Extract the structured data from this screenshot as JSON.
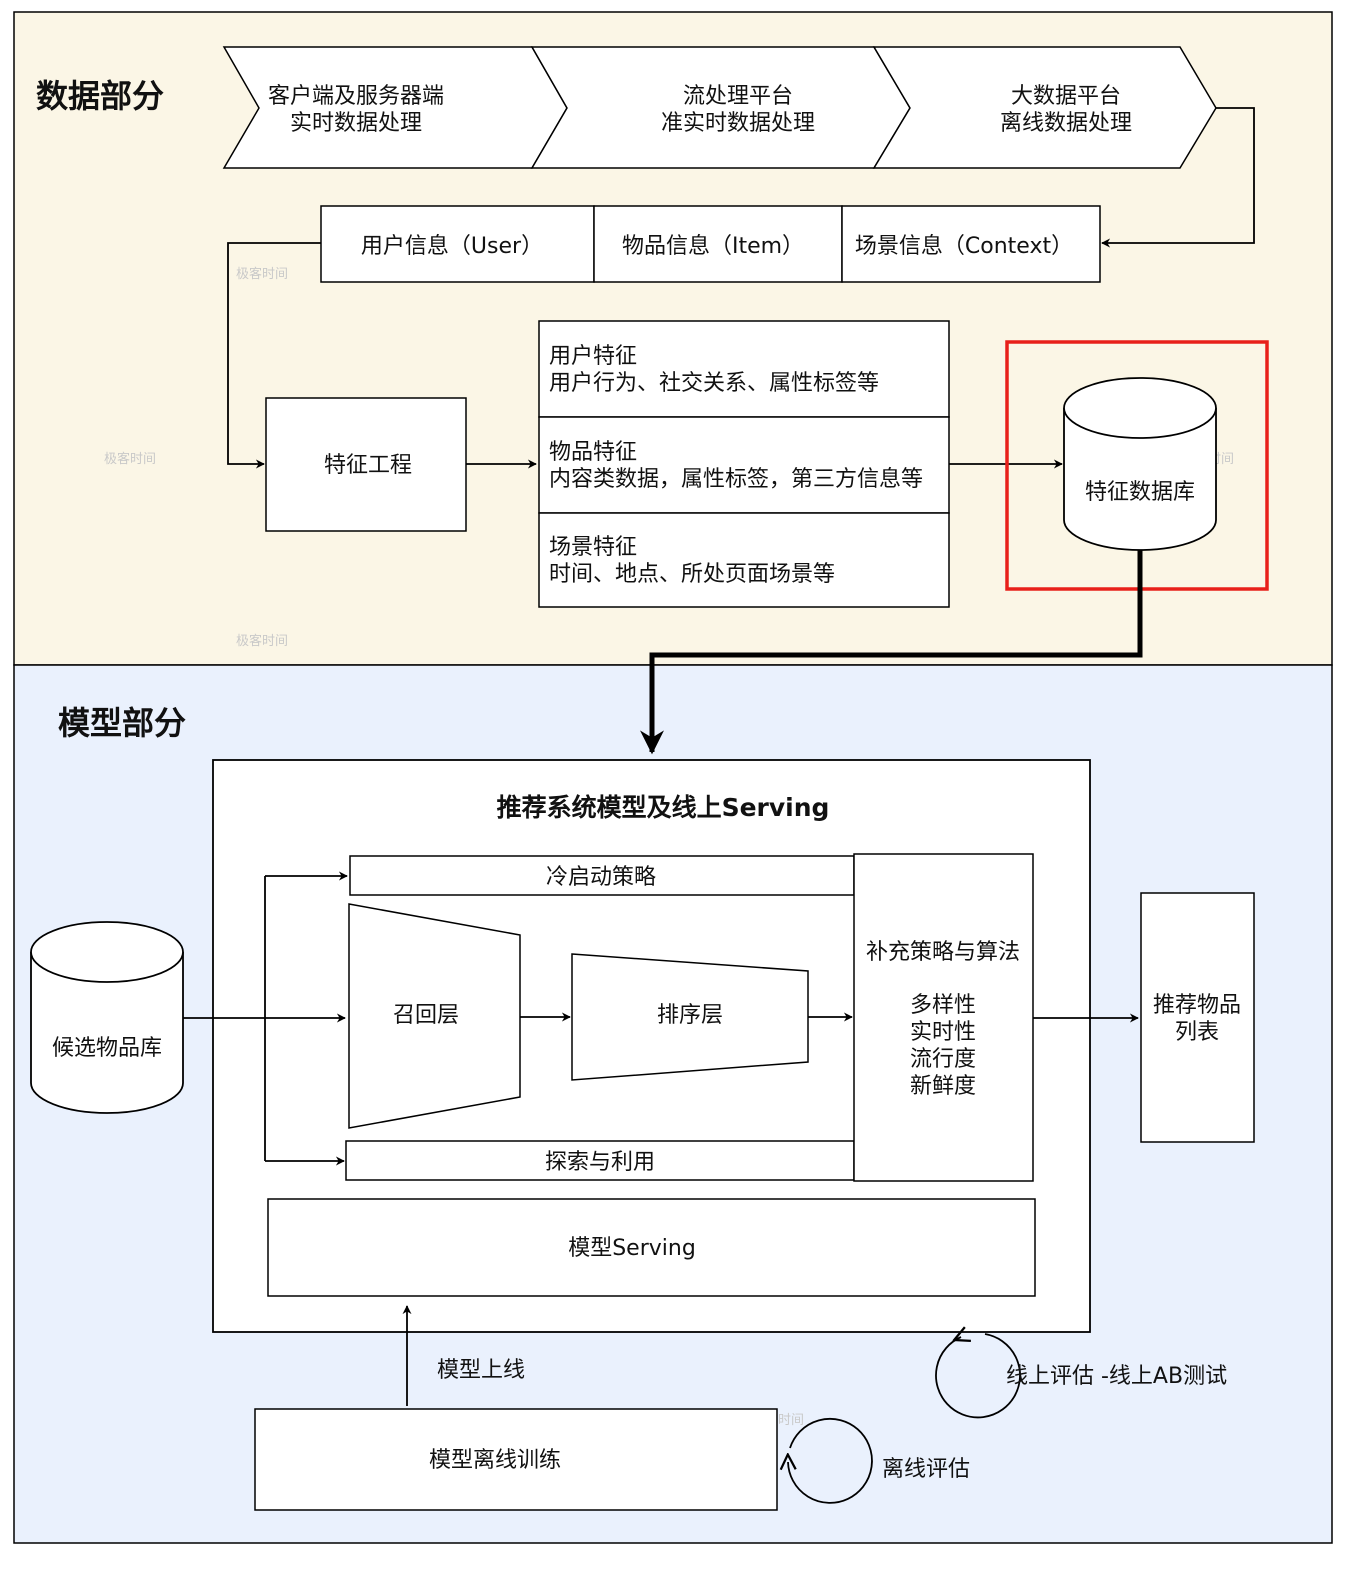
{
  "colors": {
    "data_section_bg": "#fbf6e6",
    "model_section_bg": "#eaf1fd",
    "highlight": "#e8201a",
    "line": "#000000"
  },
  "data_section": {
    "title": "数据部分",
    "pipeline": [
      {
        "line1": "客户端及服务器端",
        "line2": "实时数据处理"
      },
      {
        "line1": "流处理平台",
        "line2": "准实时数据处理"
      },
      {
        "line1": "大数据平台",
        "line2": "离线数据处理"
      }
    ],
    "info_boxes": [
      "用户信息（User）",
      "物品信息（Item）",
      "场景信息（Context）"
    ],
    "feature_engineering": "特征工程",
    "features": [
      {
        "line1": "用户特征",
        "line2": "用户行为、社交关系、属性标签等"
      },
      {
        "line1": "物品特征",
        "line2": "内容类数据，属性标签，第三方信息等"
      },
      {
        "line1": "场景特征",
        "line2": "时间、地点、所处页面场景等"
      }
    ],
    "feature_db": "特征数据库"
  },
  "model_section": {
    "title": "模型部分",
    "serving_title": "推荐系统模型及线上Serving",
    "cold_start": "冷启动策略",
    "recall": "召回层",
    "ranking": "排序层",
    "explore": "探索与利用",
    "supplement_title": "补充策略与算法",
    "supplement_items": [
      "多样性",
      "实时性",
      "流行度",
      "新鲜度"
    ],
    "model_serving": "模型Serving",
    "candidate_db": "候选物品库",
    "output_line1": "推荐物品",
    "output_line2": "列表",
    "deploy_label": "模型上线",
    "offline_training": "模型离线训练",
    "online_eval": "线上评估 -线上AB测试",
    "offline_eval": "离线评估"
  },
  "watermark": "极客时间"
}
